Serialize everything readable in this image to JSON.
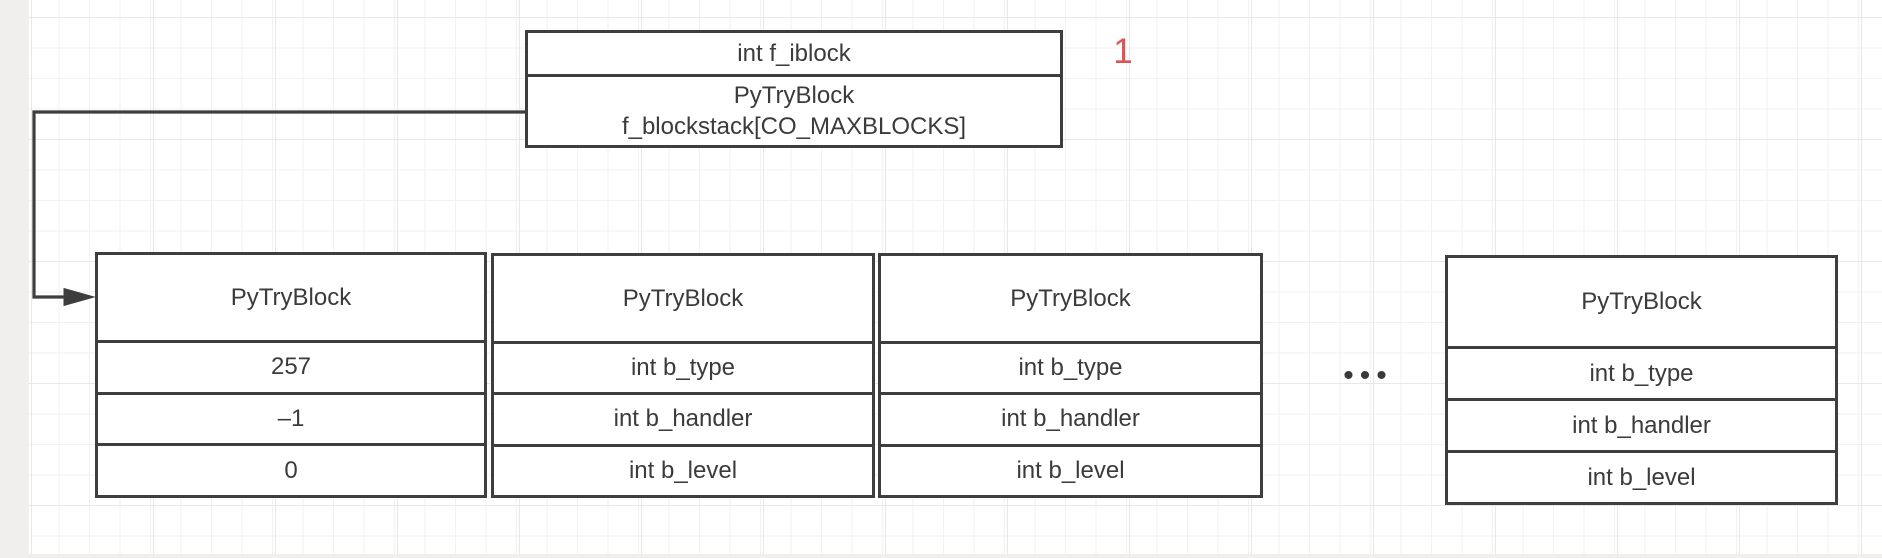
{
  "diagram": {
    "frame_box": {
      "field_top": "int f_iblock",
      "field_bottom_line1": "PyTryBlock",
      "field_bottom_line2": "f_blockstack[CO_MAXBLOCKS]"
    },
    "annotation": {
      "text": "1",
      "color": "#e05252"
    },
    "tables": [
      {
        "header": "PyTryBlock",
        "rows": [
          "257",
          "–1",
          "0"
        ]
      },
      {
        "header": "PyTryBlock",
        "rows": [
          "int b_type",
          "int b_handler",
          "int b_level"
        ]
      },
      {
        "header": "PyTryBlock",
        "rows": [
          "int b_type",
          "int b_handler",
          "int b_level"
        ]
      },
      {
        "header": "PyTryBlock",
        "rows": [
          "int b_type",
          "int b_handler",
          "int b_level"
        ]
      }
    ],
    "ellipsis": "•••",
    "colors": {
      "stroke": "#3e3e3e",
      "text": "#3b3b3b",
      "shape_fill": "#ffffff",
      "grid_minor": "#f3f1f1",
      "grid_major": "#e9e7e7",
      "canvas_edge": "#f1efee",
      "annotation_red": "#e05252"
    }
  }
}
